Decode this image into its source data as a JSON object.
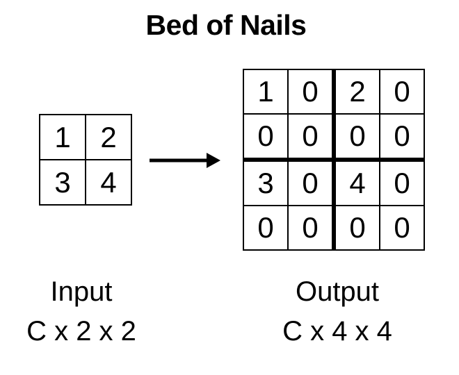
{
  "title": "Bed of Nails",
  "colors": {
    "ink": "#000000",
    "background": "#ffffff"
  },
  "arrow": {
    "name": "right-arrow",
    "direction": "right"
  },
  "input": {
    "label": "Input",
    "dims": "C x 2 x 2",
    "grid": [
      [
        "1",
        "2"
      ],
      [
        "3",
        "4"
      ]
    ]
  },
  "output": {
    "label": "Output",
    "dims": "C x 4 x 4",
    "grid": [
      [
        "1",
        "0",
        "2",
        "0"
      ],
      [
        "0",
        "0",
        "0",
        "0"
      ],
      [
        "3",
        "0",
        "4",
        "0"
      ],
      [
        "0",
        "0",
        "0",
        "0"
      ]
    ]
  }
}
